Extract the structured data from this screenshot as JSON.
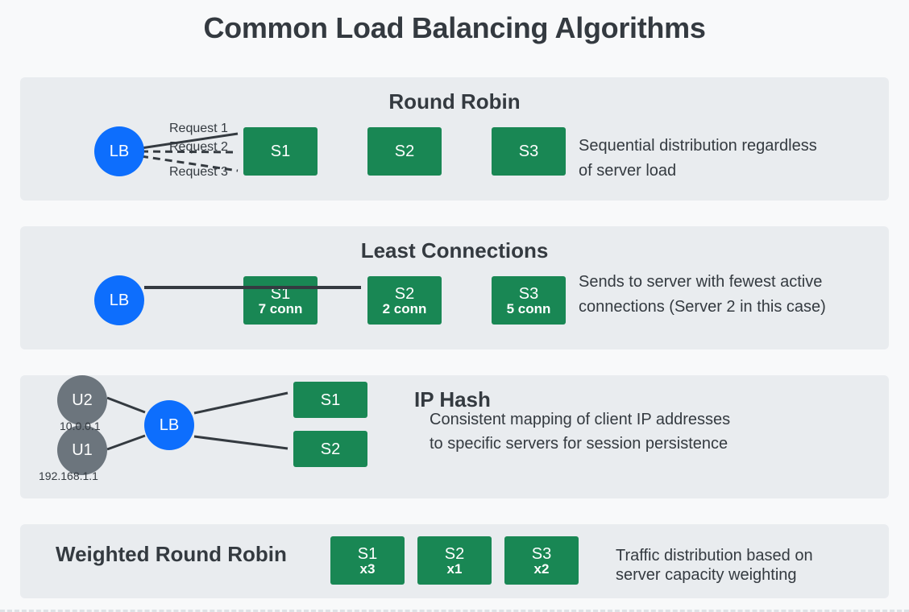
{
  "title": "Common Load Balancing Algorithms",
  "round_robin": {
    "title": "Round Robin",
    "lb": "LB",
    "requests": [
      "Request 1",
      "Request 2",
      "Request 3"
    ],
    "servers": [
      "S1",
      "S2",
      "S3"
    ],
    "description": [
      "Sequential distribution regardless",
      "of server load"
    ]
  },
  "least_connections": {
    "title": "Least Connections",
    "lb": "LB",
    "servers": [
      {
        "name": "S1",
        "connections": "7 conn"
      },
      {
        "name": "S2",
        "connections": "2 conn"
      },
      {
        "name": "S3",
        "connections": "5 conn"
      }
    ],
    "description": [
      "Sends to server with fewest active",
      "connections (Server 2 in this case)"
    ]
  },
  "ip_hash": {
    "title": "IP Hash",
    "lb": "LB",
    "users": [
      {
        "name": "U2",
        "ip": "10.0.0.1"
      },
      {
        "name": "U1",
        "ip": "192.168.1.1"
      }
    ],
    "servers": [
      "S1",
      "S2"
    ],
    "description": [
      "Consistent mapping of client IP addresses",
      "to specific servers for session persistence"
    ]
  },
  "weighted_round_robin": {
    "title": "Weighted Round Robin",
    "servers": [
      {
        "name": "S1",
        "weight": "x3"
      },
      {
        "name": "S2",
        "weight": "x1"
      },
      {
        "name": "S3",
        "weight": "x2"
      }
    ],
    "description": [
      "Traffic distribution based on",
      "server capacity weighting"
    ]
  },
  "colors": {
    "load_balancer": "#0d6efd",
    "server": "#198754",
    "user": "#6c757d",
    "panel": "#e9ecef"
  }
}
